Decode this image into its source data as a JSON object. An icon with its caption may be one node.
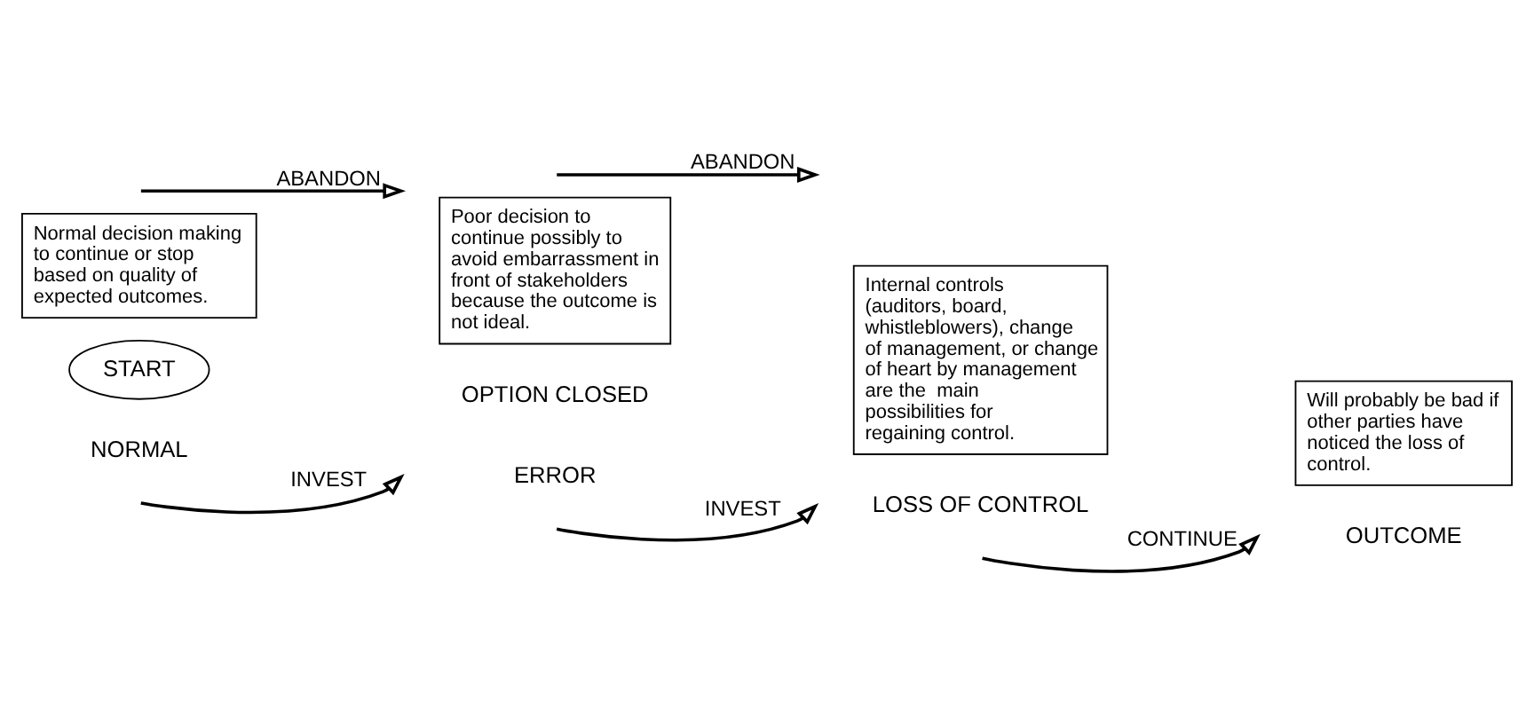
{
  "diagram": {
    "nodes": [
      {
        "text": [
          "START"
        ]
      },
      {
        "text": [
          "Normal decision making to continue or stop based on quality of expected outcomes."
        ]
      },
      {
        "text": [
          "Poor decision to continue possibly to avoid embarrassment in front of stakeholders because the outcome is not ideal."
        ]
      },
      {
        "text": [
          "Internal controls (auditors, board, whistleblowers), change of management, or change of heart by management are the  main possibilities for regaining control."
        ]
      },
      {
        "text": [
          "Will probably be bad if other parties have noticed the loss of control."
        ]
      }
    ],
    "labels": [
      "NORMAL",
      "ERROR",
      "LOSS OF CONTROL",
      "OUTCOME",
      "CONTINUE",
      "INVEST",
      "INVEST",
      "OPTION CLOSED",
      "ABANDON",
      "ABANDON"
    ]
  }
}
